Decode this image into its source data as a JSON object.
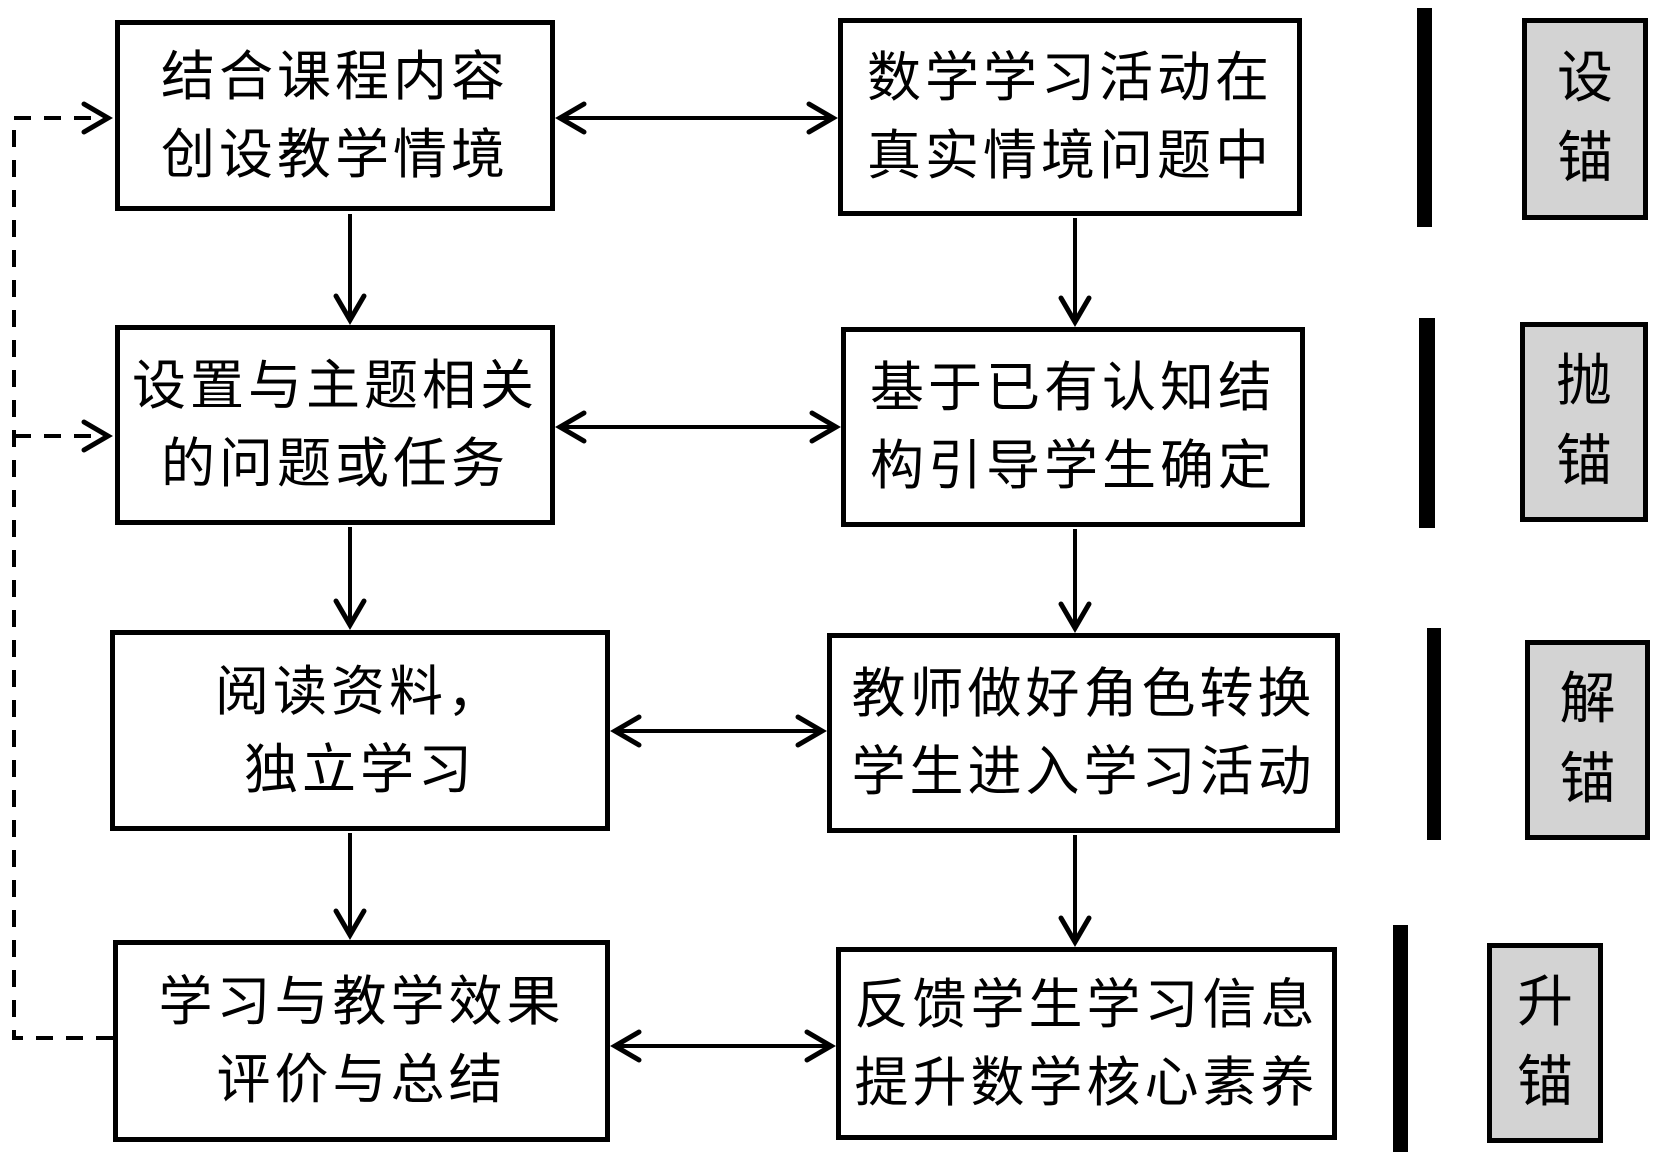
{
  "colors": {
    "background": "#ffffff",
    "box_border": "#000000",
    "box_fill": "#ffffff",
    "anchor_fill": "#d3d3d3",
    "line": "#000000"
  },
  "rows": [
    {
      "left": {
        "line1": "结合课程内容",
        "line2": "创设教学情境"
      },
      "right": {
        "line1": "数学学习活动在",
        "line2": "真实情境问题中"
      },
      "anchor": {
        "char1": "设",
        "char2": "锚"
      }
    },
    {
      "left": {
        "line1": "设置与主题相关",
        "line2": "的问题或任务"
      },
      "right": {
        "line1": "基于已有认知结",
        "line2": "构引导学生确定"
      },
      "anchor": {
        "char1": "抛",
        "char2": "锚"
      }
    },
    {
      "left": {
        "line1": "阅读资料，",
        "line2": "独立学习"
      },
      "right": {
        "line1": "教师做好角色转换",
        "line2": "学生进入学习活动"
      },
      "anchor": {
        "char1": "解",
        "char2": "锚"
      }
    },
    {
      "left": {
        "line1": "学习与教学效果",
        "line2": "评价与总结"
      },
      "right": {
        "line1": "反馈学生学习信息",
        "line2": "提升数学核心素养"
      },
      "anchor": {
        "char1": "升",
        "char2": "锚"
      }
    }
  ]
}
